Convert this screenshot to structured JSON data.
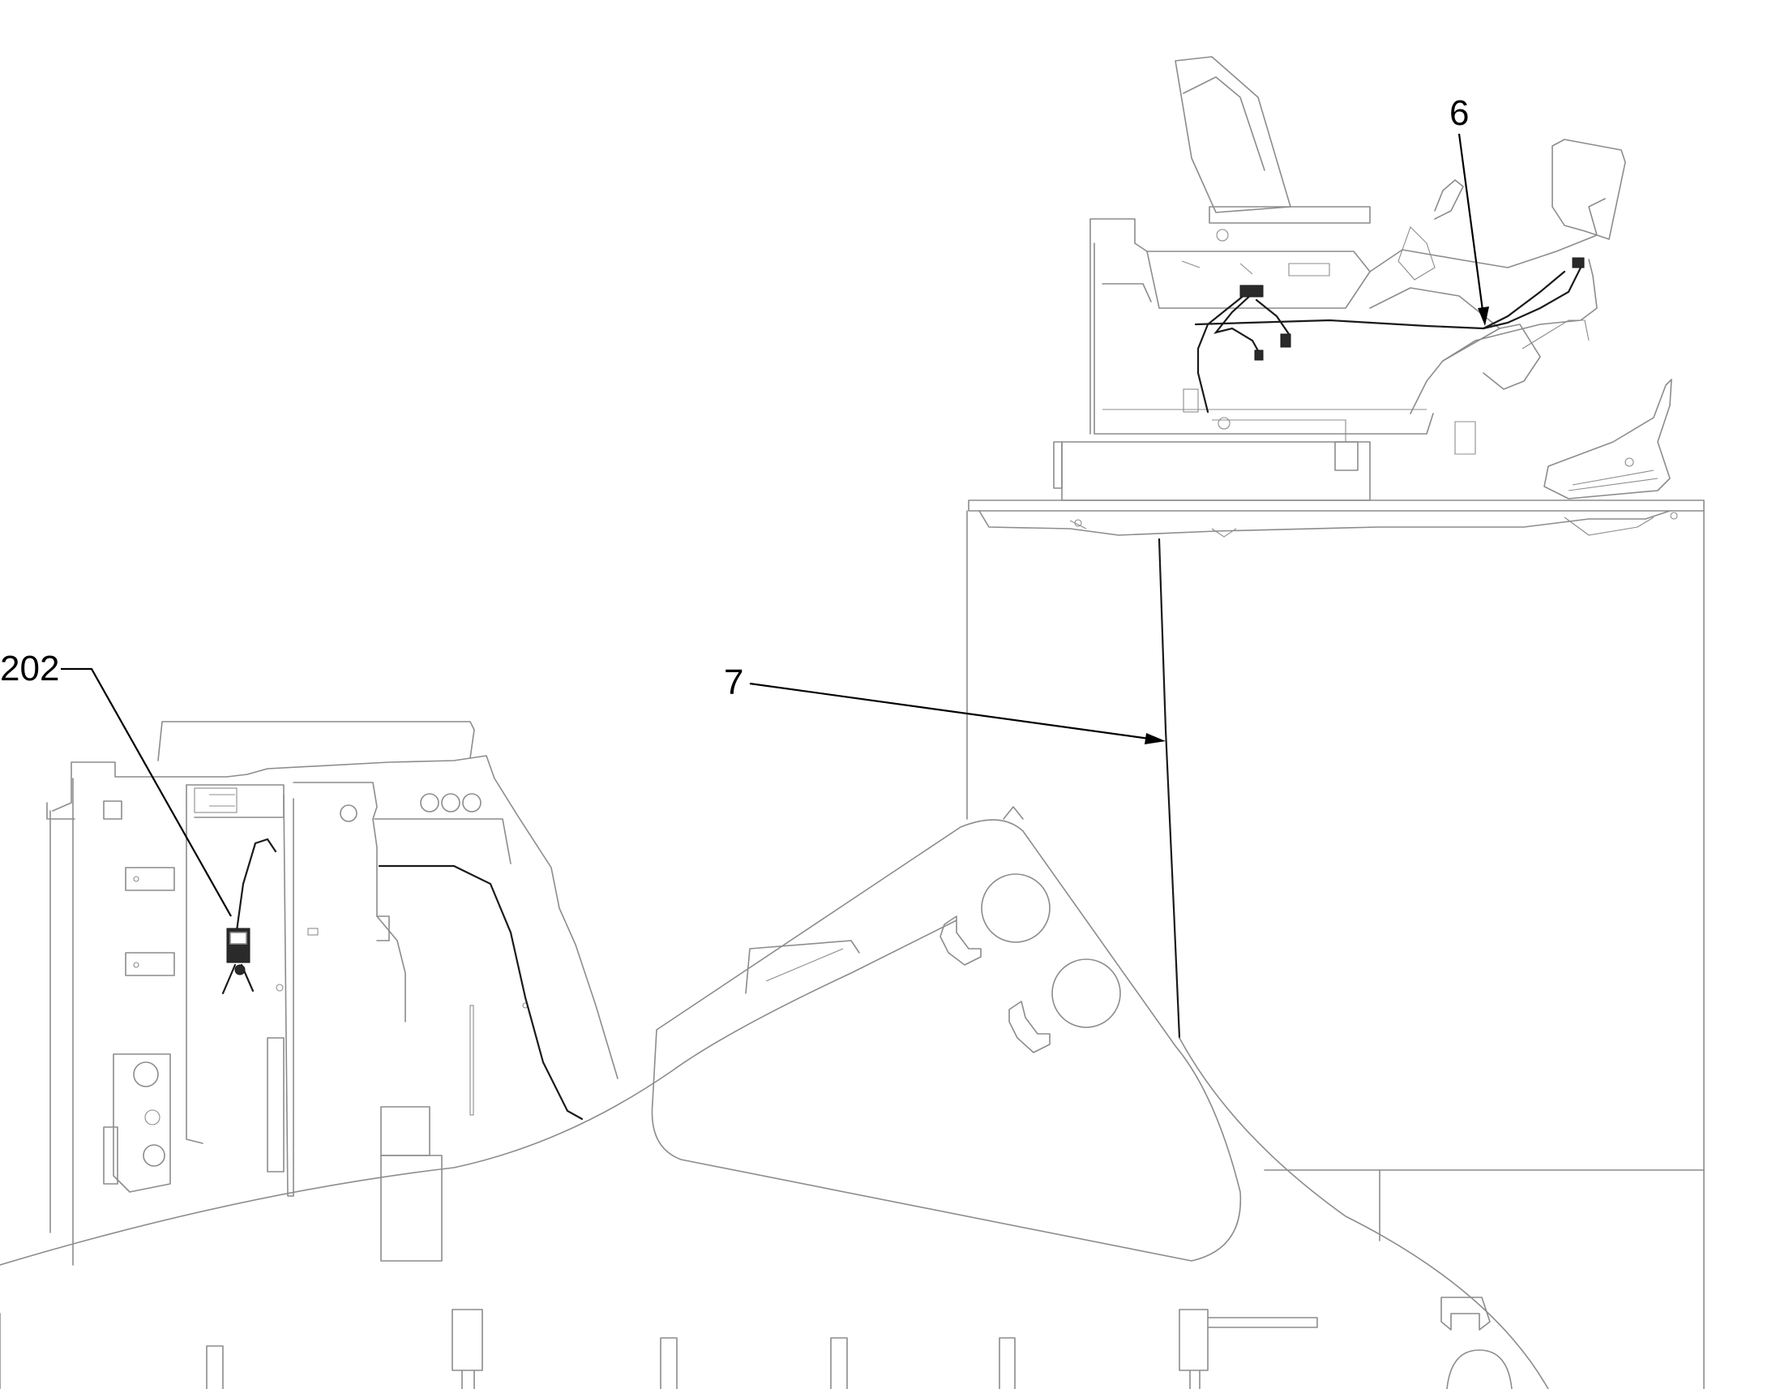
{
  "callouts": {
    "seat_wiring": "6",
    "harness": "7",
    "switch": "202"
  },
  "colors": {
    "line": "#8c8c8c",
    "wire": "#1a1a1a",
    "leader": "#000000",
    "background": "#ffffff"
  }
}
